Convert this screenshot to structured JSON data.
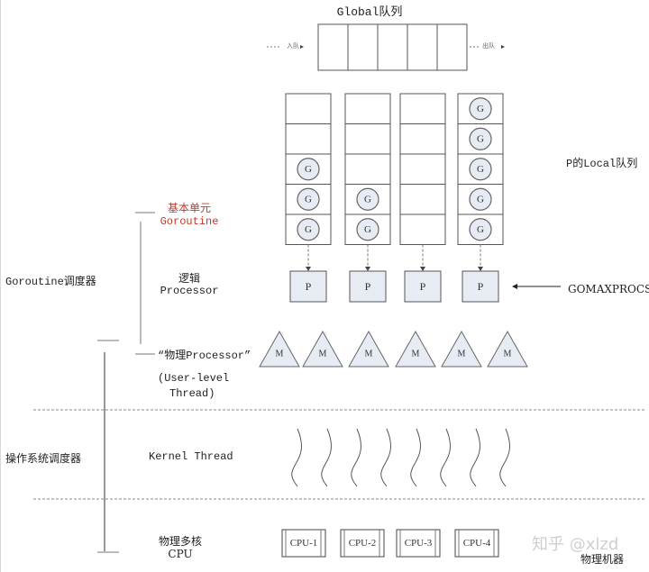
{
  "colors": {
    "box_fill": "#e6ebf4",
    "stroke": "#555555",
    "accent_red": "#c0392b",
    "watermark": "#cfcfcf"
  },
  "global_queue": {
    "title": "Global队列",
    "enqueue_label": "入队",
    "dequeue_label": "出队",
    "slot_count": 5
  },
  "local_queue": {
    "title": "P的Local队列",
    "slots_per_queue": 5,
    "g_counts": [
      3,
      2,
      0,
      5
    ],
    "g_label": "G"
  },
  "processors": {
    "label": "P",
    "count": 4,
    "gomaxprocs_label": "GOMAXPROCS个"
  },
  "machines": {
    "label": "M",
    "count": 6
  },
  "kernel_threads": {
    "count": 8
  },
  "cpus": [
    "CPU-1",
    "CPU-2",
    "CPU-3",
    "CPU-4"
  ],
  "left_labels": {
    "goroutine_scheduler": "Goroutine调度器",
    "os_scheduler": "操作系统调度器"
  },
  "layer_labels": {
    "basic_unit_cn": "基本单元",
    "basic_unit_en": "Goroutine",
    "logical_cn": "逻辑",
    "logical_en": "Processor",
    "physical_processor": "“物理Processor”",
    "user_level_1": "(User-level",
    "user_level_2": "Thread)",
    "kernel_thread": "Kernel Thread",
    "physical_cpu_cn": "物理多核",
    "physical_cpu_en": "CPU",
    "physical_machine": "物理机器"
  },
  "watermark": "知乎 @xlzd"
}
